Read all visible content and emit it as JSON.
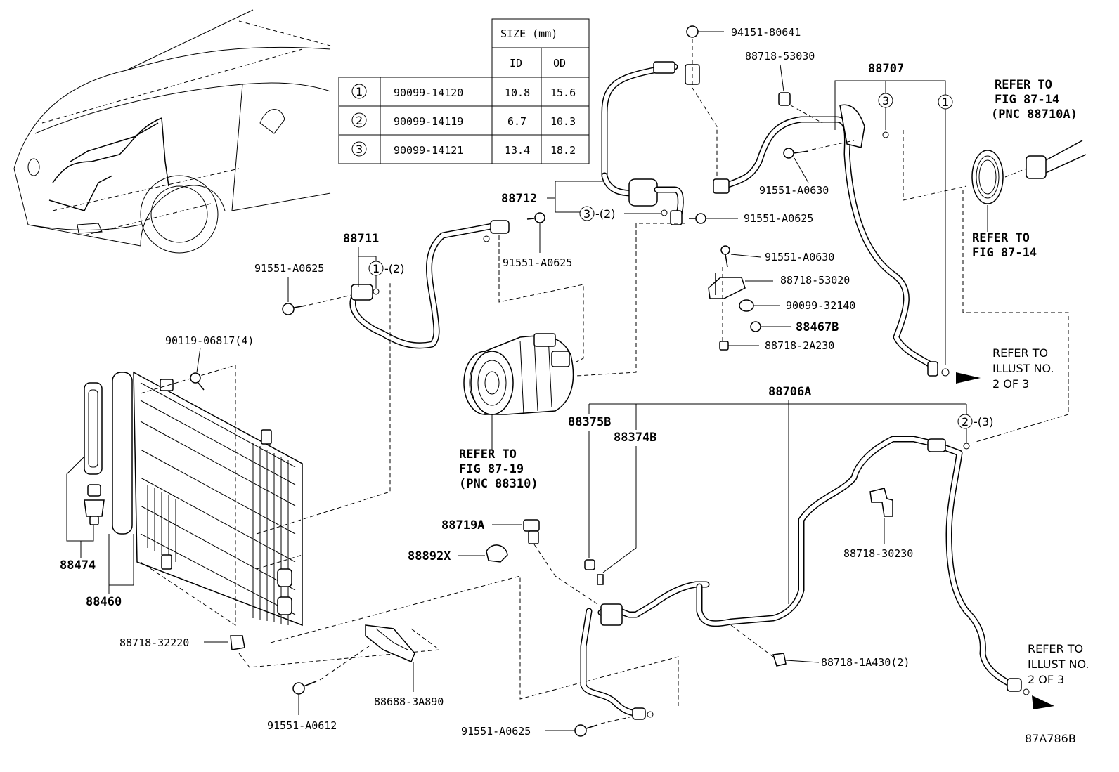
{
  "size_table": {
    "header": "SIZE (mm)",
    "col_id": "ID",
    "col_od": "OD",
    "rows": [
      {
        "mark": "1",
        "part": "90099-14120",
        "id": "10.8",
        "od": "15.6"
      },
      {
        "mark": "2",
        "part": "90099-14119",
        "id": "6.7",
        "od": "10.3"
      },
      {
        "mark": "3",
        "part": "90099-14121",
        "id": "13.4",
        "od": "18.2"
      }
    ]
  },
  "labels": {
    "p94151": "94151-80641",
    "p88718_53030": "88718-53030",
    "p88707": "88707",
    "refer_fig8714_a1": "REFER TO",
    "refer_fig8714_a2": "FIG 87-14",
    "refer_fig8714_a3": "(PNC 88710A)",
    "p91551_a0630_top": "91551-A0630",
    "p88712": "88712",
    "p91551_a0625_top": "91551-A0625",
    "refer_fig8714_b1": "REFER TO",
    "refer_fig8714_b2": "FIG 87-14",
    "p91551_a0630_mid": "91551-A0630",
    "p88718_53020": "88718-53020",
    "p90099_32140": "90099-32140",
    "p88467b": "88467B",
    "p88718_2a230": "88718-2A230",
    "p88711": "88711",
    "p91551_a0625_left": "91551-A0625",
    "p91551_a0625_comp": "91551-A0625",
    "refer_illust_a1": "REFER TO",
    "refer_illust_a2": "ILLUST NO.",
    "refer_illust_a3": "2 OF 3",
    "p90119": "90119-06817(4)",
    "p88706a": "88706A",
    "p88375b": "88375B",
    "p88374b": "88374B",
    "refer_fig8719_1": "REFER TO",
    "refer_fig8719_2": "FIG 87-19",
    "refer_fig8719_3": "(PNC 88310)",
    "p88719a": "88719A",
    "p88892x": "88892X",
    "p88718_30230": "88718-30230",
    "p88474": "88474",
    "p88460": "88460",
    "p88718_32220": "88718-32220",
    "p88718_1a430": "88718-1A430(2)",
    "p91551_a0612": "91551-A0612",
    "p88688_3a890": "88688-3A890",
    "p91551_a0625_bot": "91551-A0625",
    "refer_illust_b1": "REFER TO",
    "refer_illust_b2": "ILLUST NO.",
    "refer_illust_b3": "2 OF 3",
    "diagram_code": "87A786B"
  },
  "callouts": {
    "c88711_1": "1",
    "c88711_1_suffix": "-(2)",
    "c88712_3": "3",
    "c88712_3_suffix": "-(2)",
    "c88707_3": "3",
    "c88707_1": "1",
    "c88706a_2": "2",
    "c88706a_2_suffix": "-(3)"
  }
}
